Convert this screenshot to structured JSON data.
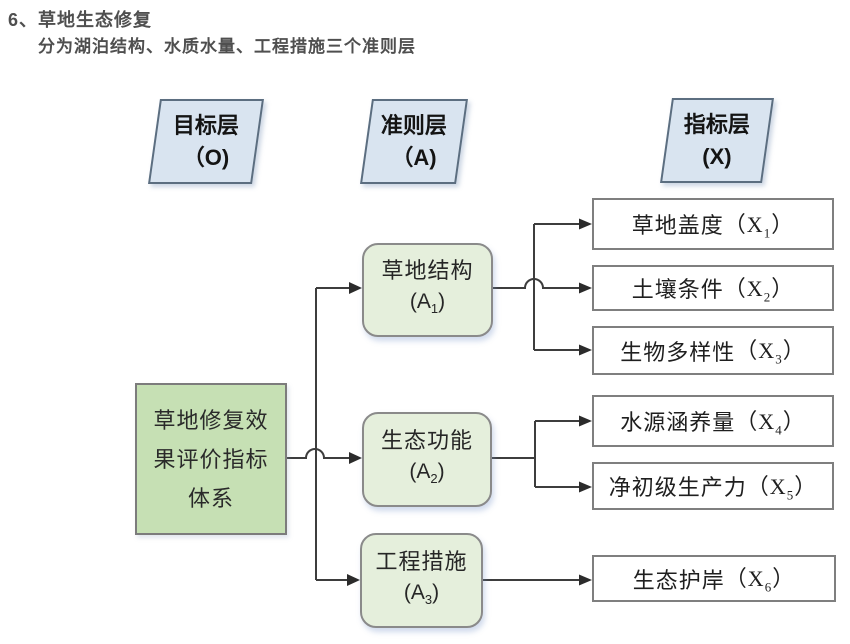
{
  "title": {
    "line1": "6、草地生态修复",
    "line2": "分为湖泊结构、水质水量、工程措施三个准则层"
  },
  "headers": [
    {
      "line1": "目标层",
      "line2": "（O)"
    },
    {
      "line1": "准则层",
      "line2": "（A)"
    },
    {
      "line1": "指标层",
      "line2": "(X)"
    }
  ],
  "goal_box": {
    "line1": "草地修复效",
    "line2": "果评价指标",
    "line3": "体系"
  },
  "criteria_boxes": [
    {
      "label": "草地结构",
      "code_pre": "(A",
      "code_sub": "1",
      "code_post": ")"
    },
    {
      "label": "生态功能",
      "code_pre": "(A",
      "code_sub": "2",
      "code_post": ")"
    },
    {
      "label": "工程措施",
      "code_pre": "(A",
      "code_sub": "3",
      "code_post": ")"
    }
  ],
  "indicator_boxes": [
    {
      "label": "草地盖度",
      "code_pre": "（X",
      "code_sub": "1",
      "code_post": "）"
    },
    {
      "label": "土壤条件",
      "code_pre": "（X",
      "code_sub": "2",
      "code_post": "）"
    },
    {
      "label": "生物多样性",
      "code_pre": "（X",
      "code_sub": "3",
      "code_post": "）"
    },
    {
      "label": "水源涵养量",
      "code_pre": "（X",
      "code_sub": "4",
      "code_post": "）"
    },
    {
      "label": "净初级生产力",
      "code_pre": "（X",
      "code_sub": "5",
      "code_post": "）"
    },
    {
      "label": "生态护岸",
      "code_pre": "（X",
      "code_sub": "6",
      "code_post": "）"
    }
  ],
  "colors": {
    "goal_fill": "#c6e0b4",
    "criteria_fill": "#e5efdc",
    "header_fill": "#d9e4f0",
    "box_border": "#7f7f7f",
    "connector": "#3d3d3d"
  }
}
